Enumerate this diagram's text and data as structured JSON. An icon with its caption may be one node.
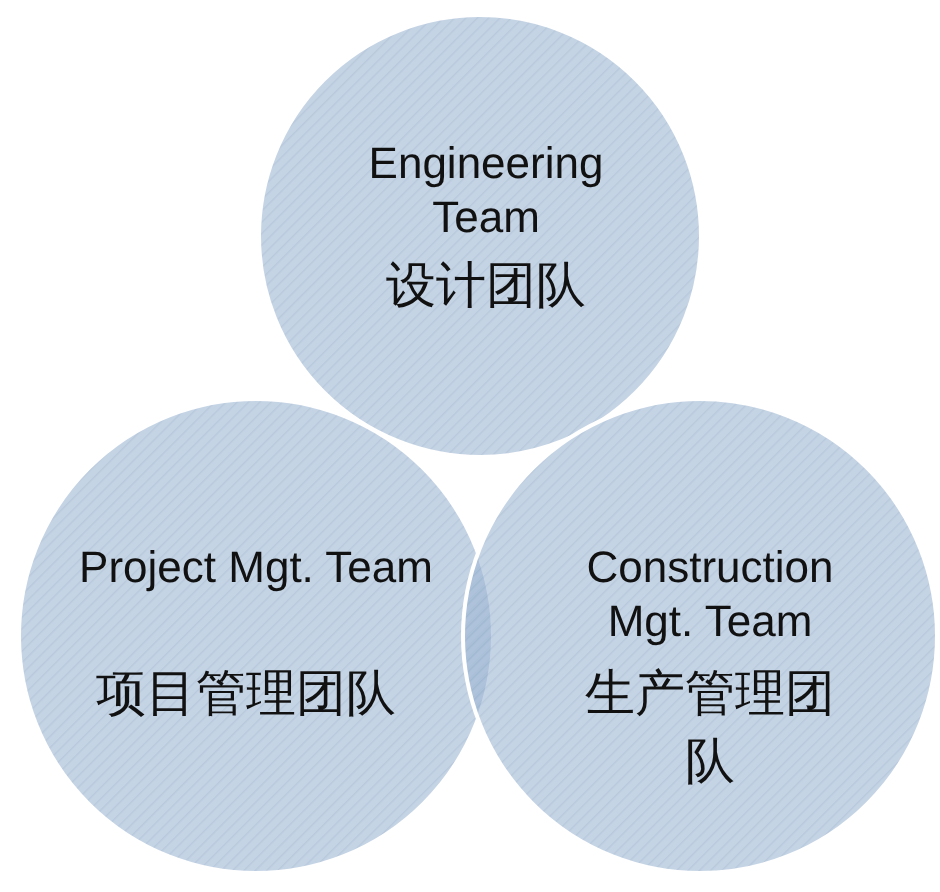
{
  "diagram": {
    "nodes": [
      {
        "text": [
          "Engineering Team",
          "设计团队"
        ]
      },
      {
        "text": [
          "Project Mgt. Team",
          "项目管理团队"
        ]
      },
      {
        "text": [
          "Construction Mgt. Team",
          "生产管理团队"
        ]
      }
    ]
  }
}
